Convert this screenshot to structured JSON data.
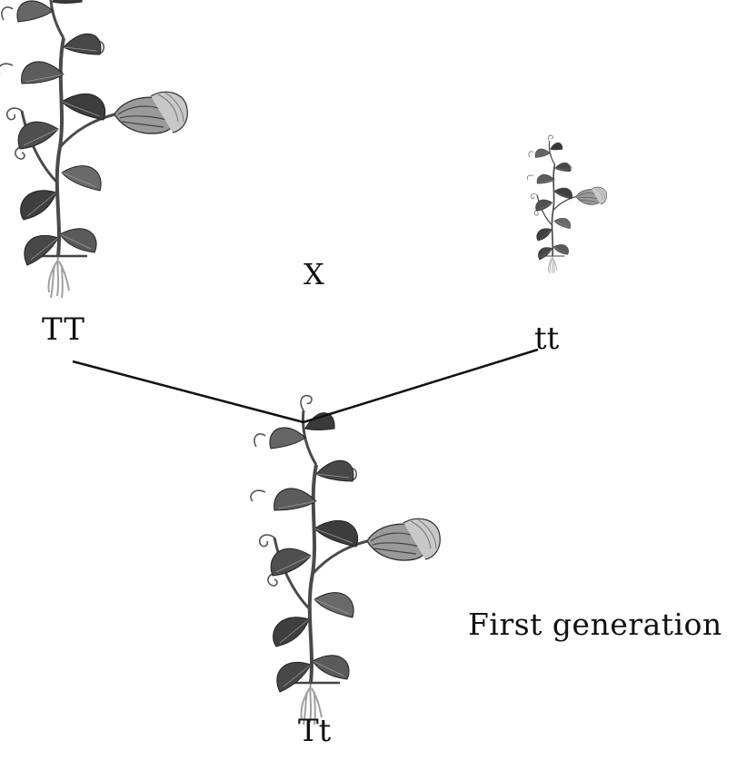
{
  "labels": {
    "tall_parent": "TT",
    "cross_symbol": "X",
    "short_parent": "tt",
    "offspring": "Tt",
    "generation": "First generation"
  },
  "colors": {
    "background": "#ffffff",
    "line": "#111111",
    "leaf_dark": "#3f3f3f",
    "leaf_mid": "#6a6a6a",
    "stem": "#4a4a4a",
    "pod": "#8c8c8c",
    "root": "#9a9a9a"
  },
  "icons": [
    "pea-plant-tall-parent",
    "pea-plant-short-parent",
    "pea-plant-offspring"
  ]
}
